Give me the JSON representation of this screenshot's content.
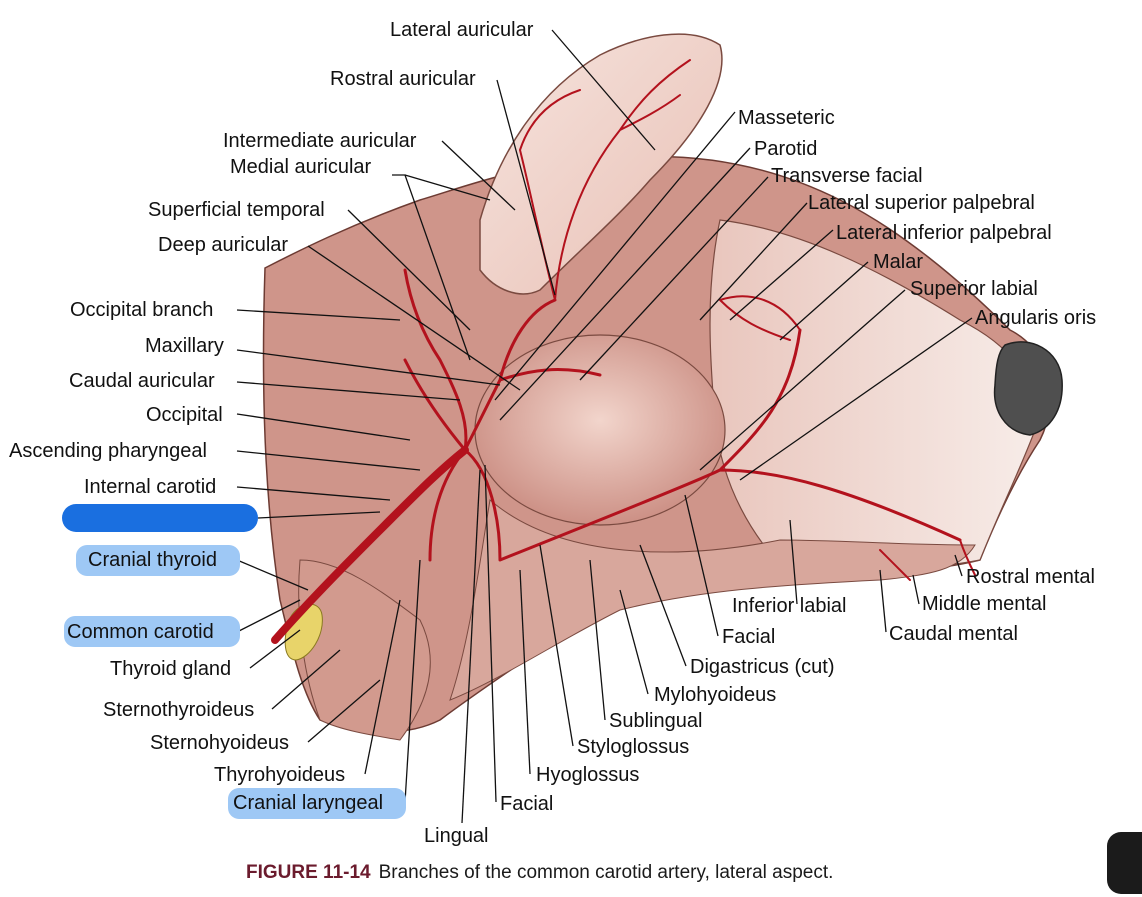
{
  "labels": {
    "lateral_auricular": "Lateral auricular",
    "rostral_auricular": "Rostral auricular",
    "intermediate_auricular": "Intermediate auricular",
    "medial_auricular": "Medial auricular",
    "superficial_temporal": "Superficial temporal",
    "deep_auricular": "Deep auricular",
    "occipital_branch": "Occipital branch",
    "maxillary": "Maxillary",
    "caudal_auricular": "Caudal auricular",
    "occipital": "Occipital",
    "ascending_pharyngeal": "Ascending pharyngeal",
    "internal_carotid": "Internal carotid",
    "cranial_thyroid": "Cranial thyroid",
    "common_carotid": "Common carotid",
    "thyroid_gland": "Thyroid gland",
    "sternothyroideus": "Sternothyroideus",
    "sternohyoideus": "Sternohyoideus",
    "thyrohyoideus": "Thyrohyoideus",
    "cranial_laryngeal": "Cranial laryngeal",
    "lingual": "Lingual",
    "facial_lower": "Facial",
    "hyoglossus": "Hyoglossus",
    "styloglossus": "Styloglossus",
    "sublingual": "Sublingual",
    "mylohyoideus": "Mylohyoideus",
    "digastricus": "Digastricus (cut)",
    "facial_mid": "Facial",
    "inferior_labial": "Inferior labial",
    "caudal_mental": "Caudal mental",
    "middle_mental": "Middle mental",
    "rostral_mental": "Rostral mental",
    "masseteric": "Masseteric",
    "parotid": "Parotid",
    "transverse_facial": "Transverse facial",
    "lateral_superior_palpebral": "Lateral superior palpebral",
    "lateral_inferior_palpebral": "Lateral inferior palpebral",
    "malar": "Malar",
    "superior_labial": "Superior labial",
    "angularis_oris": "Angularis oris"
  },
  "caption": {
    "number": "FIGURE 11-14",
    "text": "Branches of the common carotid artery, lateral aspect."
  },
  "colors": {
    "highlight": "#9ec8f5",
    "redaction": "#1a6fe0",
    "artery": "#b3121d",
    "muscle": "#c98b80",
    "skin": "#f1ddd6",
    "nose": "#4f4f4f",
    "gland": "#e8d46a",
    "caption_number": "#6b1b2d"
  }
}
